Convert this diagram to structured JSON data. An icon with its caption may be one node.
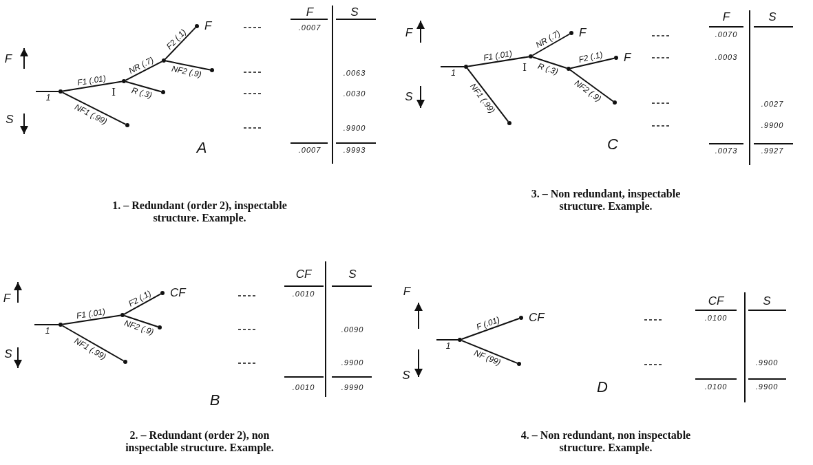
{
  "diagram": {
    "nodes": [
      {
        "text": [],
        "shape": "circle"
      },
      {
        "text": [],
        "shape": "circle",
        "beside": [
          "I"
        ]
      },
      {
        "text": [],
        "shape": "circle"
      },
      {
        "text": [
          "F"
        ]
      },
      {
        "text": [],
        "shape": "circle"
      },
      {
        "text": [],
        "shape": "circle"
      },
      {
        "text": [],
        "shape": "circle"
      },
      {
        "text": [],
        "shape": "circle"
      },
      {
        "text": [],
        "shape": "circle",
        "beside": [
          "I"
        ]
      },
      {
        "text": [
          "F"
        ]
      },
      {
        "text": [],
        "shape": "circle"
      },
      {
        "text": [
          "F"
        ]
      },
      {
        "text": [],
        "shape": "circle"
      },
      {
        "text": [],
        "shape": "circle"
      },
      {
        "text": [],
        "shape": "circle"
      },
      {
        "text": [],
        "shape": "circle"
      },
      {
        "text": [
          "CF"
        ]
      },
      {
        "text": [],
        "shape": "circle"
      },
      {
        "text": [],
        "shape": "circle"
      },
      {
        "text": [],
        "shape": "circle"
      },
      {
        "text": [
          "CF"
        ]
      },
      {
        "text": [],
        "shape": "circle"
      }
    ],
    "edges": [
      {
        "from": null,
        "to": 0,
        "arrow": "none",
        "label": "1"
      },
      {
        "from": 0,
        "to": 1,
        "arrow": "none",
        "label": "F1 (.01)"
      },
      {
        "from": 1,
        "to": 2,
        "arrow": "none",
        "label": "NR (.7)"
      },
      {
        "from": 2,
        "to": 3,
        "arrow": "none",
        "label": "F2 (.1)"
      },
      {
        "from": 2,
        "to": 4,
        "arrow": "none",
        "label": "NF2 (.9)"
      },
      {
        "from": 1,
        "to": 5,
        "arrow": "none",
        "label": "R (.3)"
      },
      {
        "from": 0,
        "to": 6,
        "arrow": "none",
        "label": "NF1 (.99)"
      },
      {
        "from": null,
        "to": 7,
        "arrow": "none",
        "label": "1"
      },
      {
        "from": 7,
        "to": 8,
        "arrow": "none",
        "label": "F1 (.01)"
      },
      {
        "from": 8,
        "to": 9,
        "arrow": "none",
        "label": "NR (.7)"
      },
      {
        "from": 8,
        "to": 10,
        "arrow": "none",
        "label": "R (.3)"
      },
      {
        "from": 10,
        "to": 11,
        "arrow": "none",
        "label": "F2 (.1)"
      },
      {
        "from": 10,
        "to": 12,
        "arrow": "none",
        "label": "NF2 (.9)"
      },
      {
        "from": 7,
        "to": 13,
        "arrow": "none",
        "label": "NF1 (.99)"
      },
      {
        "from": null,
        "to": 14,
        "arrow": "none",
        "label": "1"
      },
      {
        "from": 14,
        "to": 15,
        "arrow": "none",
        "label": "F1 (.01)"
      },
      {
        "from": 15,
        "to": 16,
        "arrow": "none",
        "label": "F2 (.1)"
      },
      {
        "from": 15,
        "to": 17,
        "arrow": "none",
        "label": "NF2 (.9)"
      },
      {
        "from": 14,
        "to": 18,
        "arrow": "none",
        "label": "NF1 (.99)"
      },
      {
        "from": null,
        "to": 19,
        "arrow": "none",
        "label": "1"
      },
      {
        "from": 19,
        "to": 20,
        "arrow": "none",
        "label": "F (.01)"
      },
      {
        "from": 19,
        "to": 21,
        "arrow": "none",
        "label": "NF (99)"
      }
    ],
    "labels": [
      "F",
      "S",
      "A",
      "F",
      "S",
      ".0007",
      ".0063",
      ".0030",
      ".9900",
      ".0007",
      ".9993",
      "1. – Redundant (order 2), inspectable structure. Example.",
      "F",
      "S",
      "C",
      "F",
      "S",
      ".0070",
      ".0003",
      ".0027",
      ".9900",
      ".0073",
      ".9927",
      "3. – Non redundant, inspectable structure. Example.",
      "F",
      "S",
      "B",
      "CF",
      "S",
      ".0010",
      ".0090",
      ".9900",
      ".0010",
      ".9990",
      "2. – Redundant (order 2), non inspectable structure. Example.",
      "F",
      "S",
      "D",
      "CF",
      "S",
      ".0100",
      ".9900",
      ".0100",
      ".9900",
      "4. – Non redundant, non inspectable structure. Example."
    ]
  }
}
